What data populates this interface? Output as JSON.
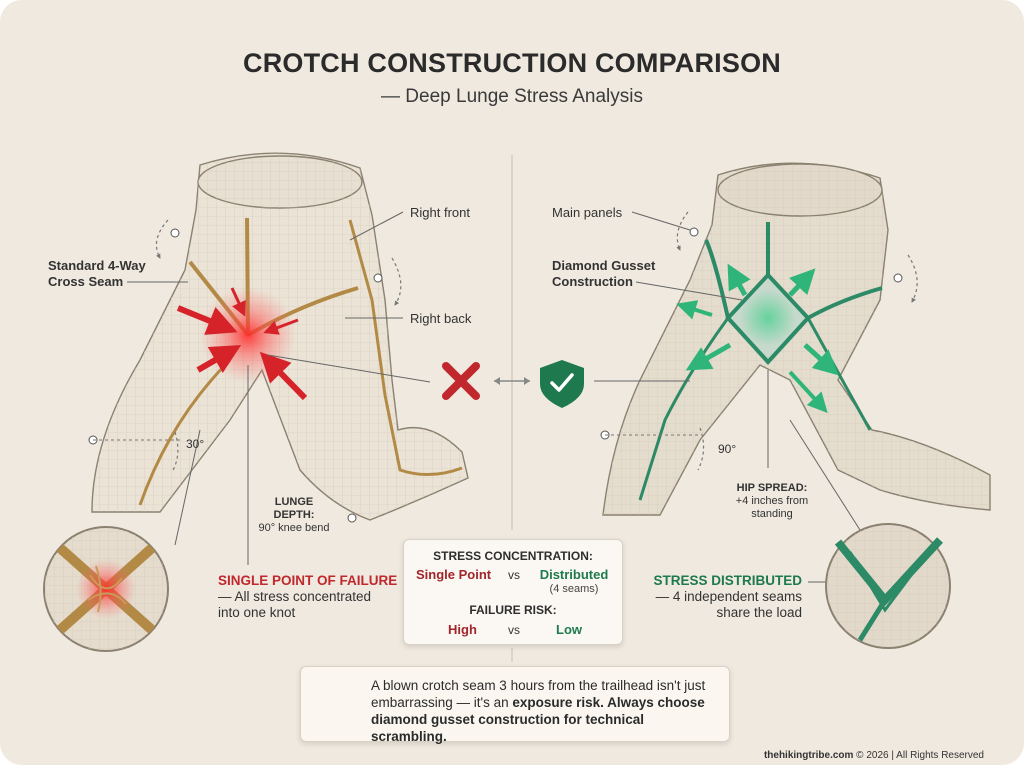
{
  "title": "CROTCH CONSTRUCTION COMPARISON",
  "subtitle": "— Deep Lunge Stress Analysis",
  "left": {
    "seam_label_line1": "Standard 4-Way",
    "seam_label_line2": "Cross Seam",
    "right_front": "Right front",
    "right_back": "Right back",
    "angle": "30°",
    "lunge_line1": "LUNGE",
    "lunge_line2": "DEPTH:",
    "lunge_line3": "90° knee bend",
    "failure_title": "SINGLE POINT OF FAILURE",
    "failure_line1": "— All stress concentrated",
    "failure_line2": "into one knot"
  },
  "right": {
    "main_panels": "Main panels",
    "gusset_line1": "Diamond Gusset",
    "gusset_line2": "Construction",
    "angle": "90°",
    "hip_line1": "HIP SPREAD:",
    "hip_line2": "+4 inches from",
    "hip_line3": "standing",
    "distributed_title": "STRESS DISTRIBUTED",
    "distributed_line1": "— 4 independent seams",
    "distributed_line2": "share the load"
  },
  "comparison": {
    "stress_heading": "STRESS CONCENTRATION:",
    "stress_left": "Single Point",
    "vs": "vs",
    "stress_right": "Distributed",
    "stress_right_note": "(4 seams)",
    "risk_heading": "FAILURE RISK:",
    "risk_left": "High",
    "risk_right": "Low"
  },
  "warning": {
    "line1": "A blown crotch seam 3 hours from the trailhead isn't just",
    "line2_start": "embarrassing — it's an ",
    "line2_bold": "exposure risk. Always choose",
    "line3": "diamond gusset construction for technical scrambling."
  },
  "footer": {
    "site": "thehikingtribe.com",
    "rest": " © 2026 | All Rights Reserved"
  },
  "colors": {
    "bad": "#c0282d",
    "good": "#1e7a4e",
    "seam_gold": "#b38a45",
    "seam_green": "#2c8a66"
  }
}
